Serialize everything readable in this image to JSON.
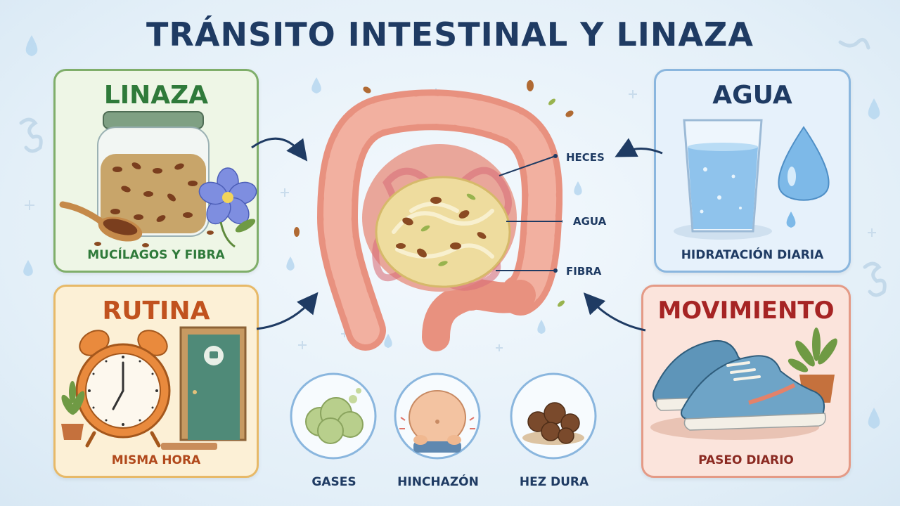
{
  "title": "TRÁNSITO INTESTINAL Y LINAZA",
  "cards": {
    "linaza": {
      "title": "LINAZA",
      "caption": "MUCÍLAGOS Y FIBRA"
    },
    "agua": {
      "title": "AGUA",
      "caption": "HIDRATACIÓN DIARIA"
    },
    "rutina": {
      "title": "RUTINA",
      "caption": "MISMA HORA"
    },
    "movimiento": {
      "title": "MOVIMIENTO",
      "caption": "PASEO DIARIO"
    }
  },
  "intestine_labels": [
    "HECES",
    "AGUA",
    "FIBRA"
  ],
  "symptoms": [
    "GASES",
    "HINCHAZÓN",
    "HEZ DURA"
  ],
  "colors": {
    "title": "#1f3b63",
    "linaza": "#2f7a3a",
    "agua": "#1f3b63",
    "rutina": "#c1521e",
    "movimiento": "#a62424",
    "intestine": "#e8917f"
  },
  "icons": [
    "flax-jar-icon",
    "flax-flower-icon",
    "water-glass-icon",
    "water-drop-icon",
    "alarm-clock-icon",
    "bathroom-door-icon",
    "sneakers-icon",
    "plant-icon",
    "gas-cloud-icon",
    "bloated-belly-icon",
    "hard-stool-icon",
    "intestine-icon"
  ]
}
